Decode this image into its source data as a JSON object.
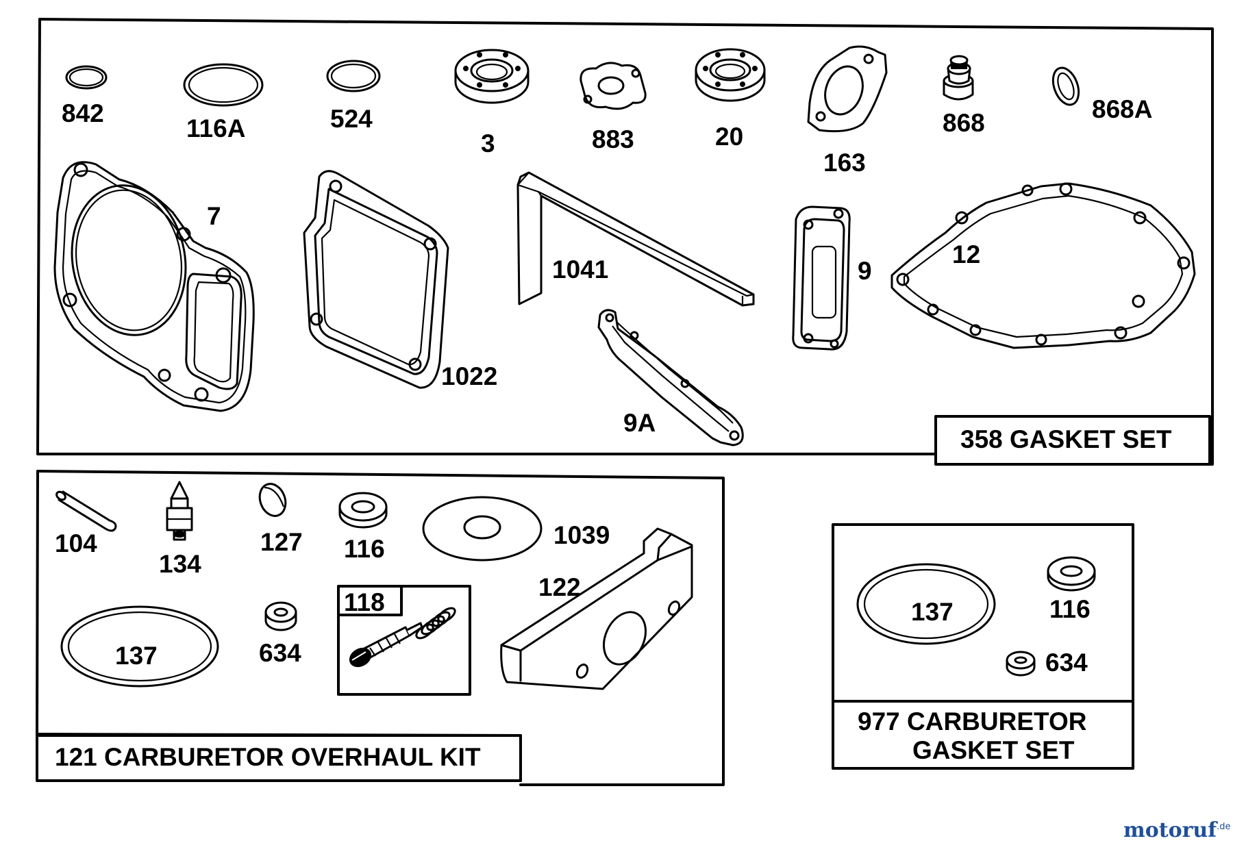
{
  "kits": {
    "gasket_set": {
      "label": "358 GASKET SET"
    },
    "carb_overhaul": {
      "label": "121 CARBURETOR OVERHAUL KIT"
    },
    "carb_gasket": {
      "label_line1": "977 CARBURETOR",
      "label_line2": "GASKET SET"
    }
  },
  "parts": {
    "p842": "842",
    "p116A": "116A",
    "p524": "524",
    "p3": "3",
    "p883": "883",
    "p20": "20",
    "p163": "163",
    "p868": "868",
    "p868A": "868A",
    "p7": "7",
    "p1022": "1022",
    "p1041": "1041",
    "p9": "9",
    "p12": "12",
    "p9A": "9A",
    "p104": "104",
    "p134": "134",
    "p127": "127",
    "p116": "116",
    "p1039": "1039",
    "p137": "137",
    "p634": "634",
    "p118": "118",
    "p122": "122",
    "c137": "137",
    "c116": "116",
    "c634": "634"
  },
  "watermark": {
    "brand": "motoruf",
    "tld": ".de",
    "color": "#1f4f9a"
  }
}
